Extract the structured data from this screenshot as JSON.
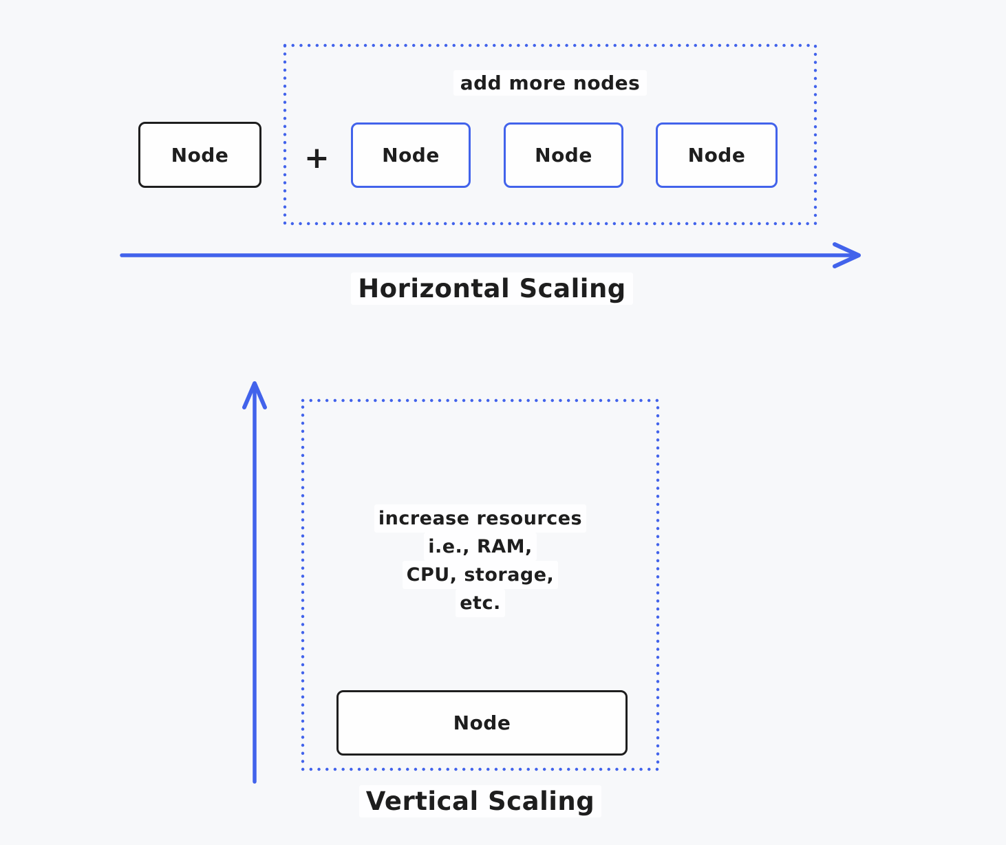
{
  "colors": {
    "background": "#f7f8fa",
    "accent_blue": "#4263eb",
    "ink_black": "#1e1e1e",
    "box_fill": "#fefefe"
  },
  "horizontal": {
    "existing_node_label": "Node",
    "plus_sign": "+",
    "group_caption": "add more nodes",
    "added_nodes": [
      {
        "label": "Node"
      },
      {
        "label": "Node"
      },
      {
        "label": "Node"
      }
    ],
    "axis_label": "Horizontal Scaling"
  },
  "vertical": {
    "caption_lines": [
      "increase resources",
      "i.e., RAM,",
      "CPU, storage,",
      "etc."
    ],
    "node_label": "Node",
    "axis_label": "Vertical Scaling"
  }
}
